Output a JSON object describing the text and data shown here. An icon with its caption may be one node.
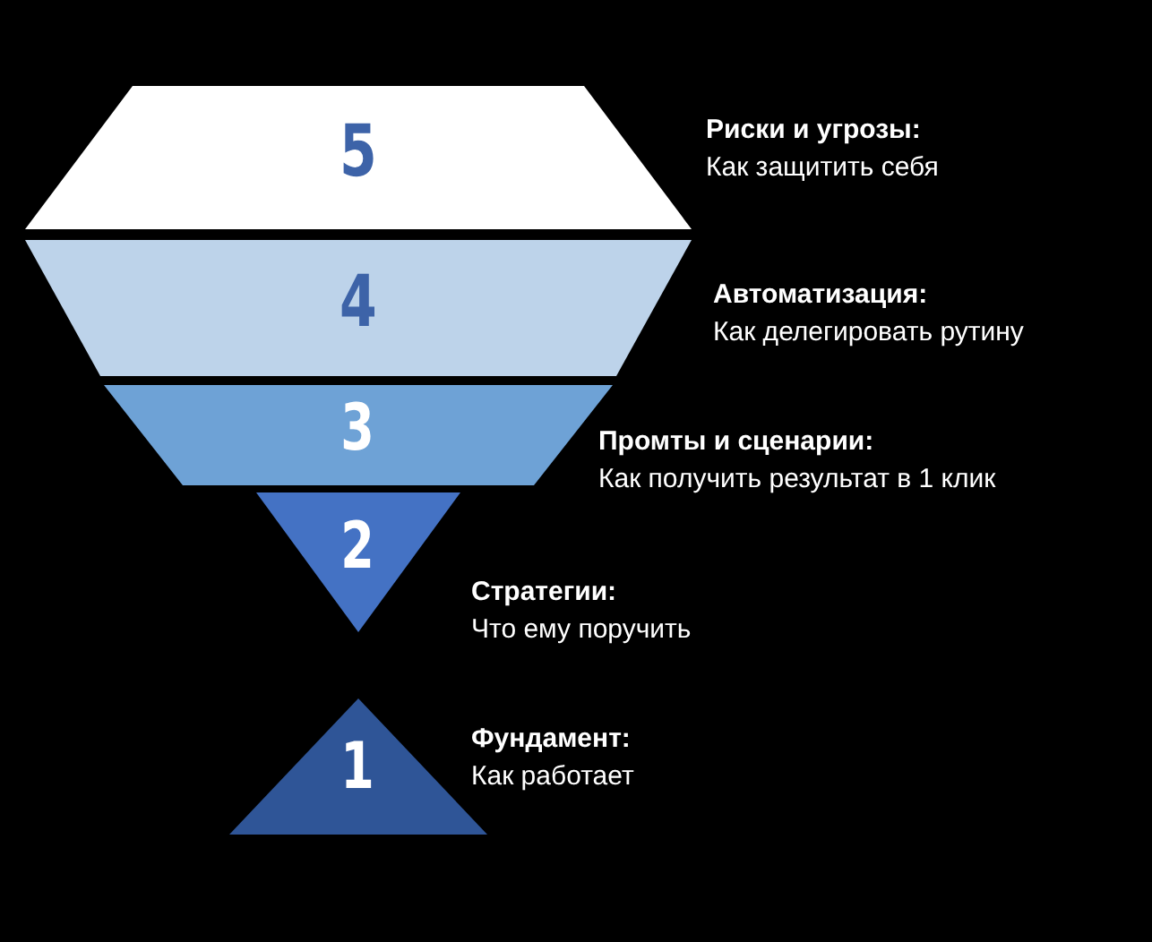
{
  "diagram": {
    "nodes": [
      {
        "text": [
          "5"
        ],
        "beside": [
          "Риски и угрозы:",
          "Как защитить себя"
        ]
      },
      {
        "text": [
          "4"
        ],
        "beside": [
          "Автоматизация:",
          "Как делегировать рутину"
        ]
      },
      {
        "text": [
          "3"
        ],
        "beside": [
          "Промты и сценарии:",
          "Как получить результат в 1 клик"
        ]
      },
      {
        "text": [
          "2"
        ],
        "beside": [
          "Стратегии:",
          "Что ему поручить"
        ]
      },
      {
        "text": [
          "1"
        ],
        "beside": [
          "Фундамент:",
          "Как работает"
        ]
      }
    ]
  }
}
